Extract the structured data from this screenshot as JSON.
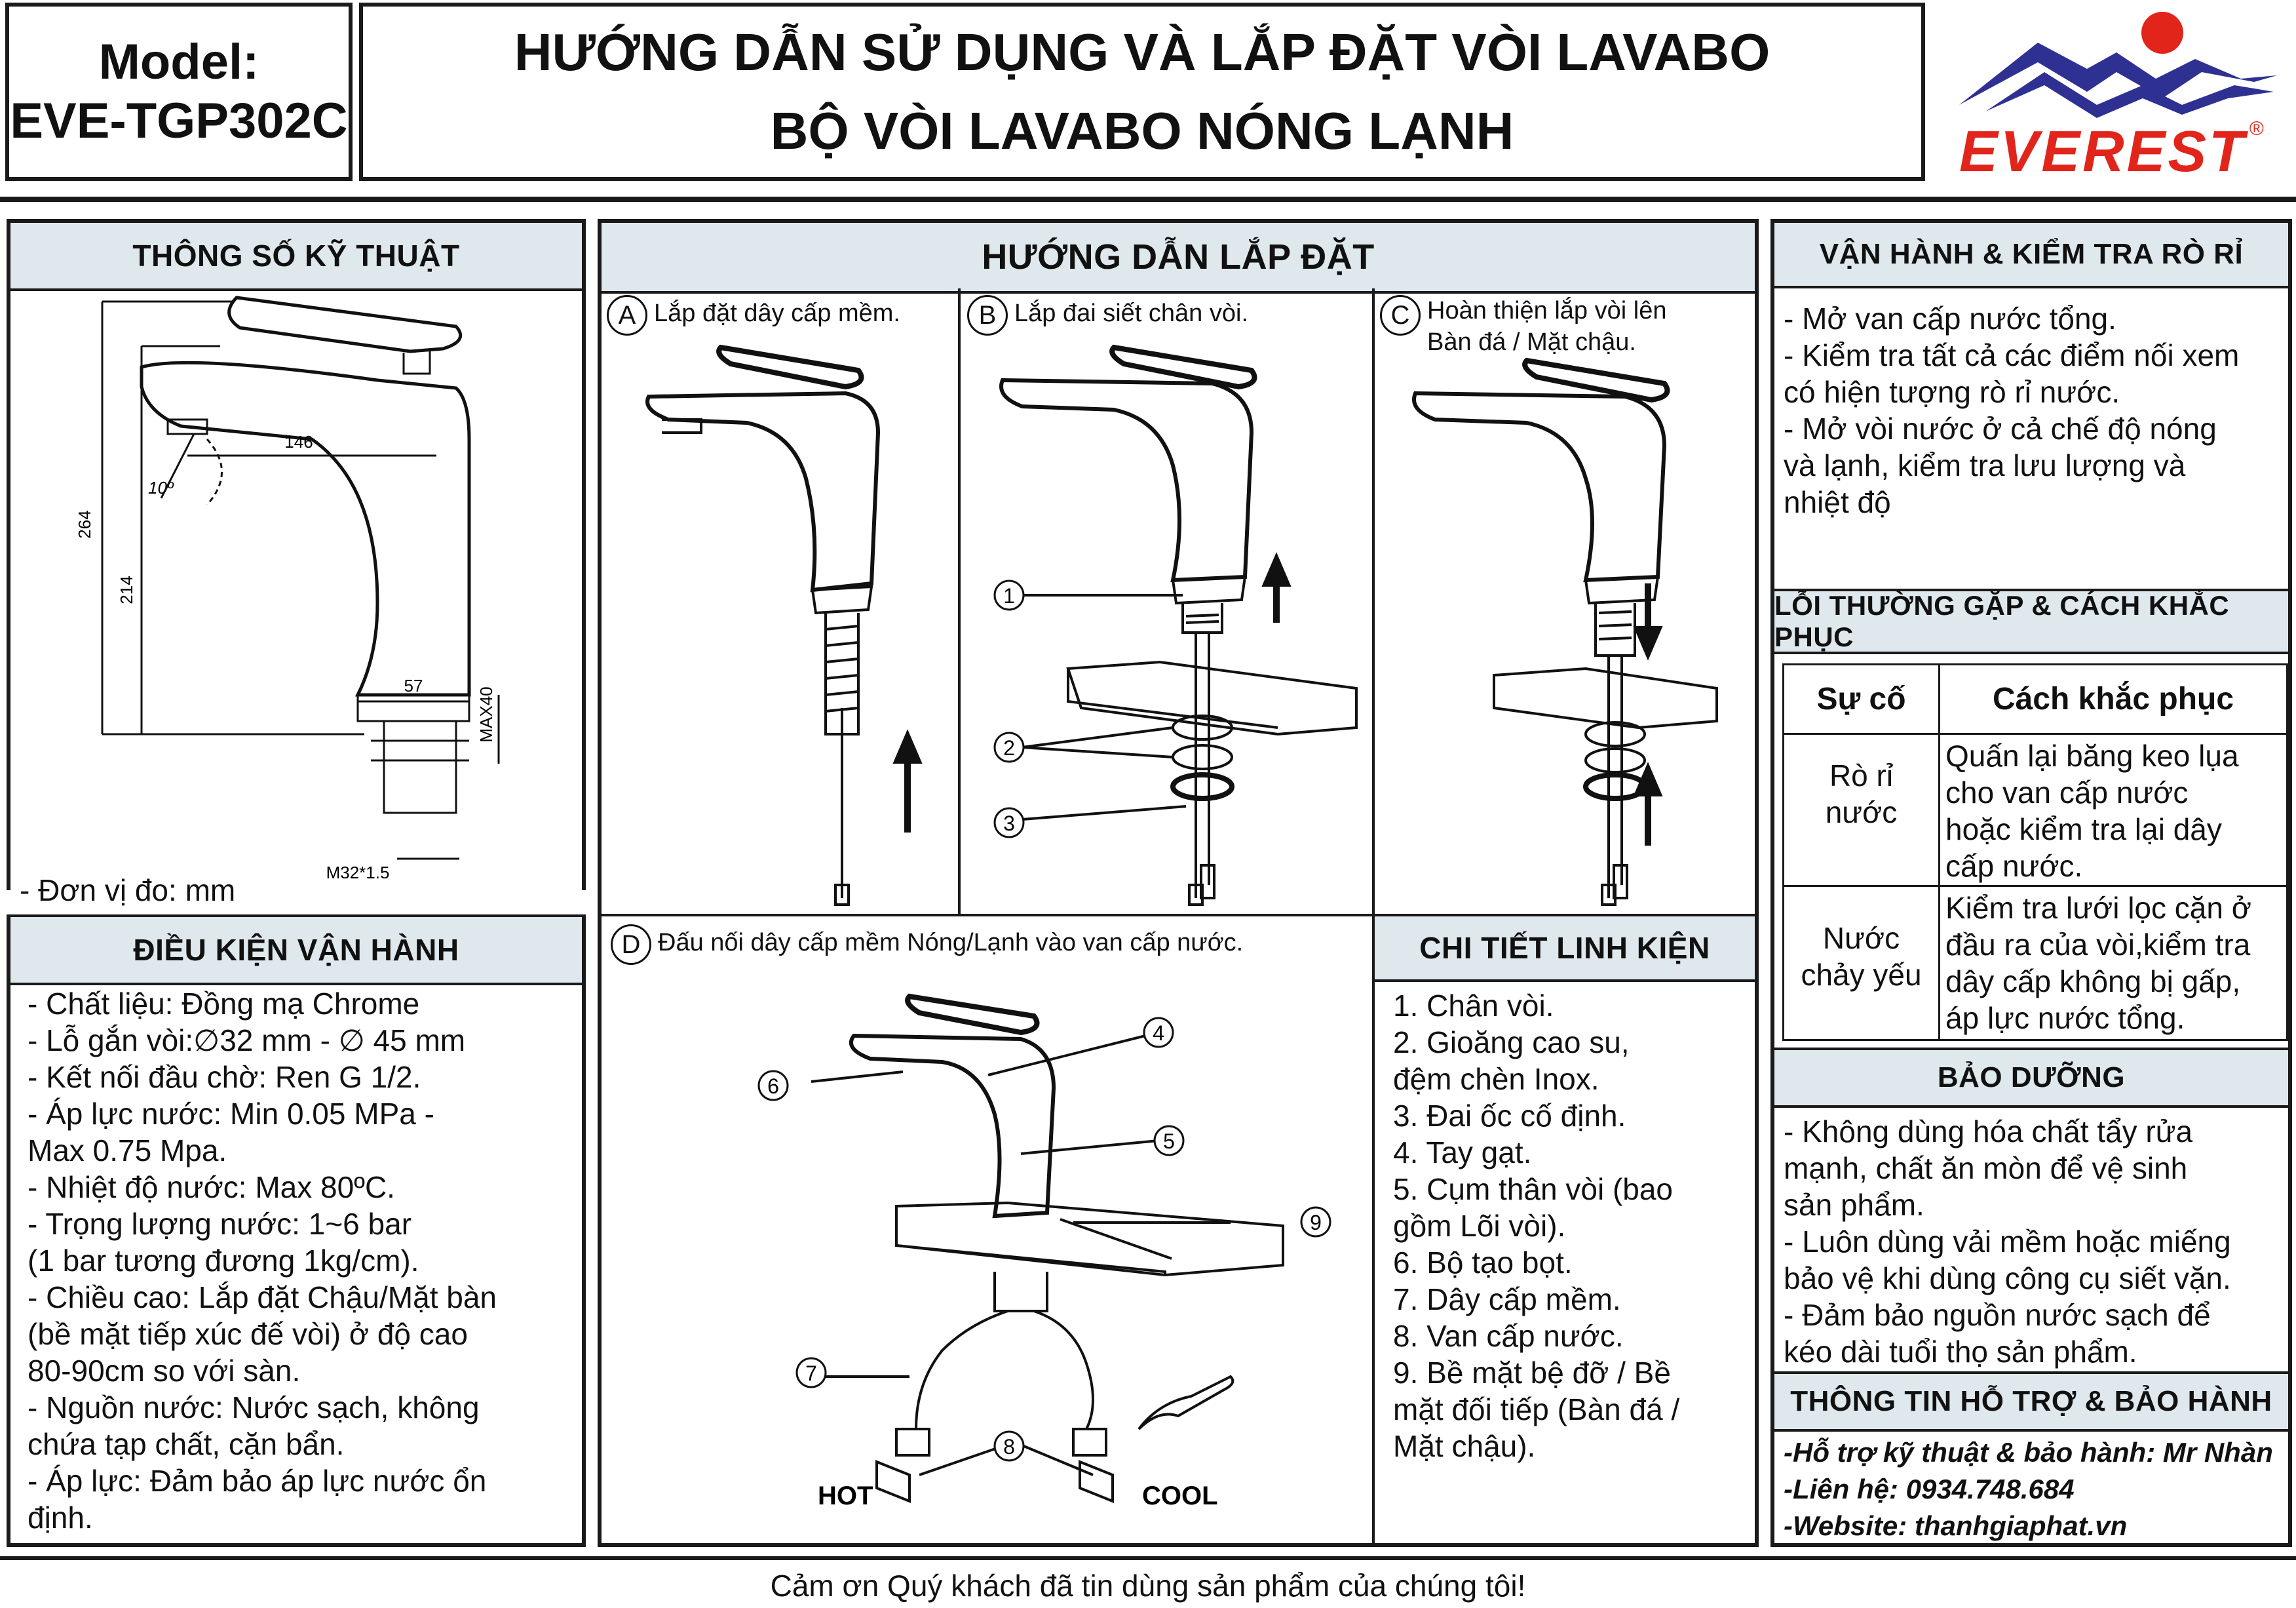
{
  "header": {
    "model_label": "Model:",
    "model_code": "EVE-TGP302C",
    "title_line1": "HƯỚNG DẪN SỬ DỤNG VÀ LẮP ĐẶT VÒI LAVABO",
    "title_line2": "BỘ VÒI LAVABO NÓNG LẠNH",
    "brand": "EVEREST",
    "brand_mark": "®"
  },
  "specs": {
    "title": "THÔNG SỐ KỸ THUẬT",
    "dims": {
      "d264": "264",
      "d214": "214",
      "d146": "146",
      "d57": "57",
      "angle": "10º",
      "max40": "MAX40",
      "thread": "M32*1.5"
    },
    "unit_note": "- Đơn vị đo: mm"
  },
  "conditions": {
    "title": "ĐIỀU KIỆN VẬN HÀNH",
    "text": "- Chất liệu: Đồng mạ Chrome\n- Lỗ gắn vòi:∅32 mm - ∅ 45 mm\n- Kết nối đầu chờ: Ren G 1/2.\n- Áp lực nước: Min 0.05 MPa -\nMax 0.75 Mpa.\n- Nhiệt độ nước: Max 80ºC.\n- Trọng lượng nước: 1~6 bar\n(1 bar tương đương 1kg/cm).\n- Chiều cao: Lắp đặt Chậu/Mặt bàn\n(bề mặt tiếp xúc đế vòi) ở độ cao\n80-90cm so với sàn.\n- Nguồn nước: Nước sạch, không\nchứa tạp chất, cặn bẩn.\n- Áp lực: Đảm bảo áp lực nước ổn\nđịnh."
  },
  "install": {
    "title": "HƯỚNG DẪN LẮP ĐẶT",
    "steps": [
      {
        "letter": "A",
        "caption": "Lắp đặt dây cấp mềm."
      },
      {
        "letter": "B",
        "caption": "Lắp đai siết chân vòi."
      },
      {
        "letter": "C",
        "caption": "Hoàn thiện lắp vòi lên\nBàn đá / Mặt chậu."
      },
      {
        "letter": "D",
        "caption": "Đấu nối dây cấp mềm Nóng/Lạnh vào van cấp nước."
      }
    ],
    "hot_label": "HOT",
    "cool_label": "COOL",
    "numbers": [
      "1",
      "2",
      "3",
      "4",
      "5",
      "6",
      "7",
      "8",
      "9"
    ]
  },
  "parts": {
    "title": "CHI TIẾT LINH KIỆN",
    "text": "1. Chân vòi.\n2. Gioăng cao su,\nđệm chèn Inox.\n3. Đai ốc cố định.\n4. Tay gạt.\n5. Cụm thân vòi (bao\ngồm Lõi vòi).\n6. Bộ tạo bọt.\n7. Dây cấp mềm.\n8. Van cấp nước.\n9. Bề mặt bệ đỡ / Bề\nmặt đối tiếp (Bàn đá /\nMặt chậu)."
  },
  "operation": {
    "title": "VẬN HÀNH & KIỂM TRA RÒ RỈ",
    "text": "- Mở van cấp nước tổng.\n- Kiểm tra tất cả các điểm nối xem\ncó hiện tượng rò rỉ nước.\n- Mở vòi nước ở cả chế độ nóng\nvà lạnh, kiểm tra lưu lượng và\nnhiệt độ"
  },
  "troubleshoot": {
    "title": "LỖI THƯỜNG GẶP & CÁCH KHẮC PHỤC",
    "col1": "Sự cố",
    "col2": "Cách khắc phục",
    "rows": [
      {
        "issue": "Rò rỉ\nnước",
        "fix": "Quấn lại băng keo lụa\ncho van cấp nước\nhoặc kiểm tra lại dây\ncấp nước."
      },
      {
        "issue": "Nước\nchảy yếu",
        "fix": "Kiểm tra lưới lọc cặn ở\nđầu ra của vòi,kiểm tra\ndây cấp không bị gấp,\náp lực nước tổng."
      }
    ]
  },
  "maintenance": {
    "title": "BẢO DƯỠNG",
    "text": "- Không dùng hóa chất tẩy rửa\nmạnh, chất ăn mòn để vệ sinh\nsản phẩm.\n- Luôn dùng vải mềm hoặc miếng\nbảo vệ khi dùng công cụ siết vặn.\n- Đảm bảo nguồn nước sạch để\nkéo dài tuổi thọ sản phẩm."
  },
  "support": {
    "title": "THÔNG TIN HỖ TRỢ & BẢO HÀNH",
    "text": "-Hỗ trợ kỹ thuật & bảo hành: Mr Nhàn\n-Liên hệ: 0934.748.684\n-Website: thanhgiaphat.vn"
  },
  "footer": {
    "thanks": "Cảm ơn Quý khách đã tin dùng sản phẩm của chúng tôi!"
  },
  "colors": {
    "header_fill": "#dfe8ed",
    "brand_red": "#e1251b",
    "brand_blue": "#2e3192"
  }
}
